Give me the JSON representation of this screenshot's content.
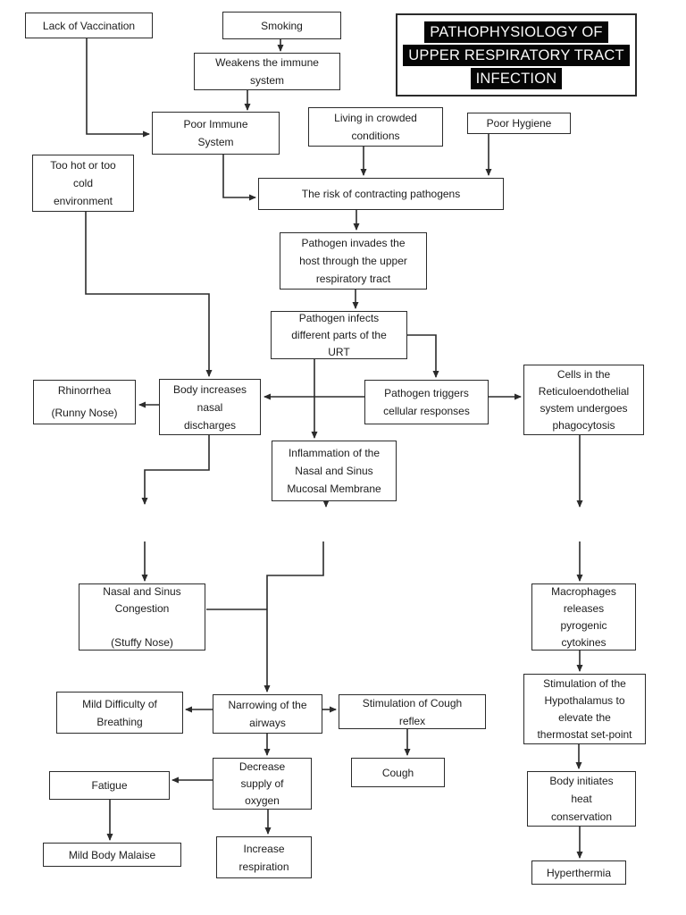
{
  "title": {
    "lines": [
      "PATHOPHYSIOLOGY OF",
      "UPPER RESPIRATORY TRACT",
      "INFECTION"
    ]
  },
  "colors": {
    "box_border": "#2b2b2b",
    "arrow": "#2b2b2b",
    "title_bg": "#050505",
    "title_fg": "#fafafa"
  },
  "nodes": {
    "lack_vaccination": {
      "text": "Lack of Vaccination"
    },
    "smoking": {
      "text": "Smoking"
    },
    "weakens_immune": {
      "text": "Weakens the immune\nsystem"
    },
    "poor_immune": {
      "text": "Poor Immune\nSystem"
    },
    "living_crowded": {
      "text": "Living in crowded\nconditions"
    },
    "poor_hygiene": {
      "text": "Poor Hygiene"
    },
    "risk": {
      "icon": "up-arrow",
      "text": "The risk of contracting pathogens"
    },
    "too_hot": {
      "text": "Too hot or too\ncold\nenvironment"
    },
    "pathogen_invades": {
      "text": "Pathogen invades the\nhost through the upper\nrespiratory tract"
    },
    "pathogen_infects": {
      "text": "Pathogen infects\ndifferent parts of the\nURT"
    },
    "rhinorrhea": {
      "text": "Rhinorrhea\n(Runny Nose)"
    },
    "body_increases": {
      "text": "Body increases\nnasal\ndischarges"
    },
    "pathogen_triggers": {
      "text": "Pathogen triggers\ncellular responses"
    },
    "cells_reticulo": {
      "text": "Cells in the\nReticuloendothelial\nsystem undergoes\nphagocytosis"
    },
    "inflammation": {
      "text": "Inflammation of the\nNasal and Sinus\nMucosal Membrane"
    },
    "nasal_congestion": {
      "text": "Nasal and Sinus\nCongestion\n\n(Stuffy Nose)"
    },
    "macrophages": {
      "text": "Macrophages\nreleases\npyrogenic\ncytokines"
    },
    "mild_difficulty": {
      "text": "Mild Difficulty of\nBreathing"
    },
    "narrowing": {
      "text": "Narrowing of the\nairways"
    },
    "stim_cough": {
      "text": "Stimulation of Cough\nreflex"
    },
    "stim_hypothalamus": {
      "text": "Stimulation of the\nHypothalamus to\nelevate the\nthermostat set-point"
    },
    "cough": {
      "text": "Cough"
    },
    "decrease_oxygen": {
      "text": "Decrease\nsupply of\noxygen"
    },
    "fatigue": {
      "text": "Fatigue"
    },
    "body_initiates": {
      "text": "Body initiates\nheat\nconservation"
    },
    "mild_malaise": {
      "text": "Mild Body Malaise"
    },
    "increase_respiration": {
      "text": "Increase\nrespiration"
    },
    "hyperthermia": {
      "text": "Hyperthermia"
    }
  }
}
